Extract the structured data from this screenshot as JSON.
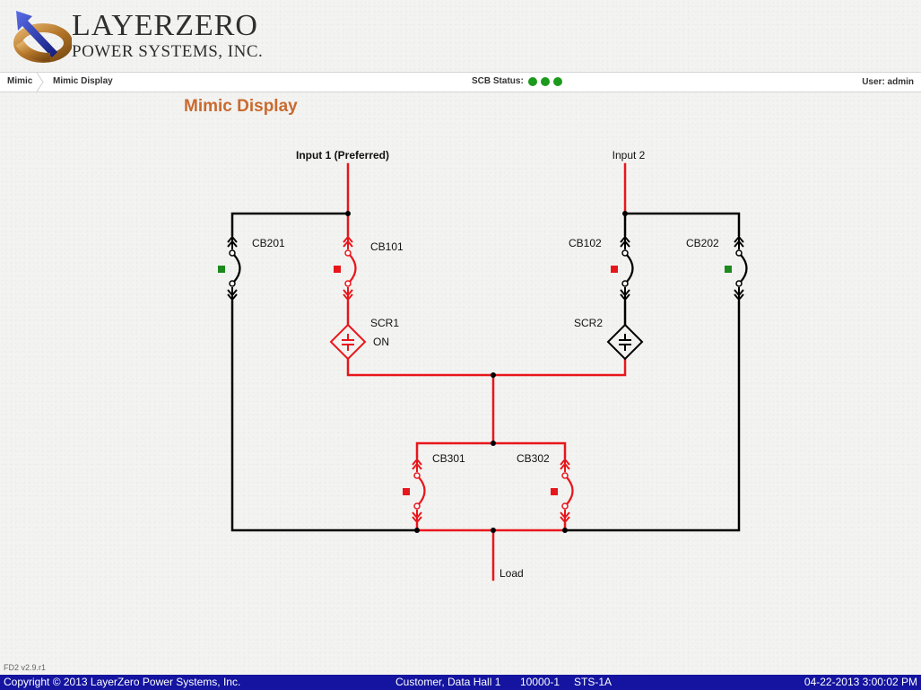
{
  "brand": {
    "name_line1": "LAYERZERO",
    "name_line2": "POWER SYSTEMS, INC."
  },
  "navbar": {
    "breadcrumb": [
      "Mimic",
      "Mimic Display"
    ],
    "scb_status_label": "SCB Status:",
    "scb_status_leds": [
      "green",
      "green",
      "green"
    ],
    "user_label": "User: admin"
  },
  "page": {
    "title": "Mimic Display"
  },
  "mimic": {
    "input1_label": "Input 1 (Preferred)",
    "input2_label": "Input 2",
    "load_label": "Load",
    "breakers": [
      {
        "id": "CB201",
        "label": "CB201",
        "state": "closed",
        "indicator": "green",
        "energized": false
      },
      {
        "id": "CB101",
        "label": "CB101",
        "state": "closed",
        "indicator": "red",
        "energized": true
      },
      {
        "id": "CB102",
        "label": "CB102",
        "state": "closed",
        "indicator": "red",
        "energized": false
      },
      {
        "id": "CB202",
        "label": "CB202",
        "state": "closed",
        "indicator": "green",
        "energized": false
      },
      {
        "id": "CB301",
        "label": "CB301",
        "state": "closed",
        "indicator": "red",
        "energized": true
      },
      {
        "id": "CB302",
        "label": "CB302",
        "state": "closed",
        "indicator": "red",
        "energized": true
      }
    ],
    "scrs": [
      {
        "id": "SCR1",
        "label": "SCR1",
        "status": "ON",
        "energized": true
      },
      {
        "id": "SCR2",
        "label": "SCR2",
        "status": "",
        "energized": false
      }
    ],
    "colors": {
      "energized": "#e8161b",
      "deenergized": "#000000",
      "indicator_red": "#e8161b",
      "indicator_green": "#1c8a1c"
    }
  },
  "footer": {
    "copyright": "Copyright © 2013 LayerZero Power Systems, Inc.",
    "site": "Customer, Data Hall 1",
    "serial": "10000-1",
    "unit": "STS-1A",
    "datetime": "04-22-2013 3:00:02 PM"
  },
  "version": "FD2 v2.9.r1"
}
